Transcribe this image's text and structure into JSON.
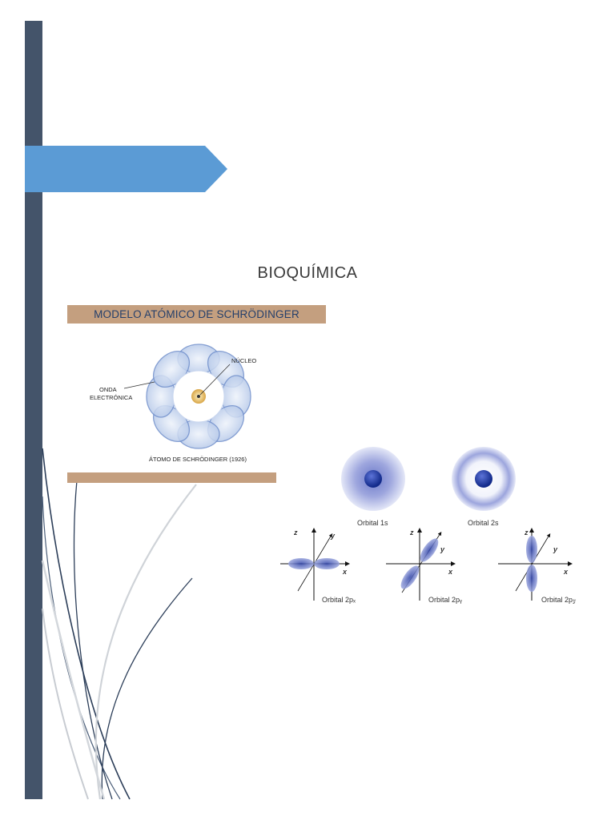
{
  "document": {
    "title": "BIOQUÍMICA"
  },
  "atom_model": {
    "header": "MODELO ATÓMICO DE SCHRÖDINGER",
    "label_nucleus": "NÚCLEO",
    "label_wave_line1": "ONDA",
    "label_wave_line2": "ELECTRÓNICA",
    "caption": "ÁTOMO DE SCHRÖDINGER (1926)"
  },
  "orbitals": {
    "s1": "Orbital 1s",
    "s2": "Orbital 2s",
    "px": "Orbital 2pₓ",
    "py": "Orbital 2pᵧ",
    "pz": "Orbital 2p𝓏",
    "axis_x": "x",
    "axis_y": "y",
    "axis_z": "z"
  },
  "colors": {
    "sidebar": "#44546a",
    "banner": "#5b9bd5",
    "tan": "#c49f7f",
    "orbital_blue": "#3a4fb0"
  }
}
